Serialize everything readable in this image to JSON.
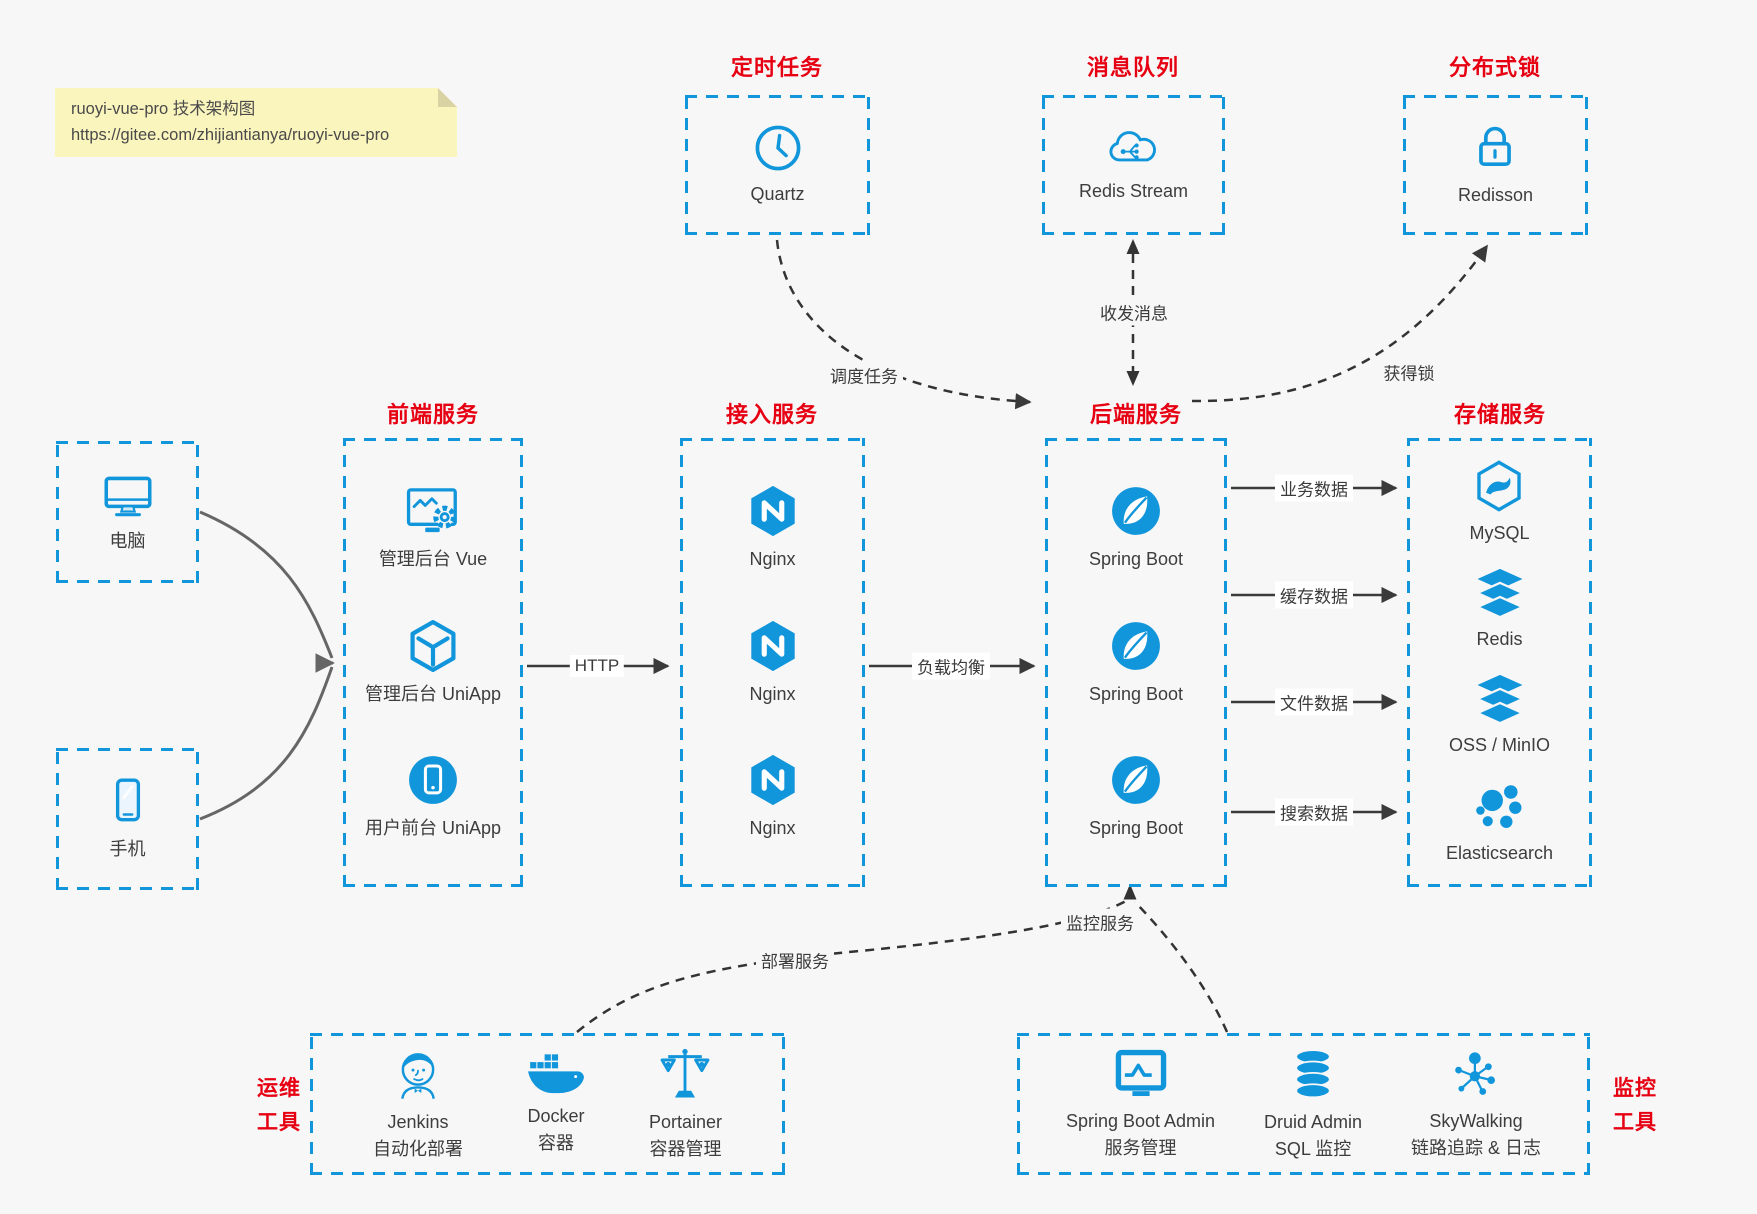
{
  "colors": {
    "canvas_bg": "#f7f7f8",
    "accent_blue": "#1296db",
    "title_red": "#e60012",
    "note_bg": "#faf4bd",
    "line_dark": "#3a3a3a",
    "line_gray": "#666666"
  },
  "note": {
    "line1": "ruoyi-vue-pro 技术架构图",
    "line2": "https://gitee.com/zhijiantianya/ruoyi-vue-pro"
  },
  "top_groups": [
    {
      "title": "定时任务",
      "item": {
        "icon": "clock-icon",
        "label": "Quartz"
      }
    },
    {
      "title": "消息队列",
      "item": {
        "icon": "cloud-mq-icon",
        "label": "Redis Stream"
      }
    },
    {
      "title": "分布式锁",
      "item": {
        "icon": "lock-icon",
        "label": "Redisson"
      }
    }
  ],
  "clients": [
    {
      "icon": "desktop-icon",
      "label": "电脑"
    },
    {
      "icon": "phone-icon",
      "label": "手机"
    }
  ],
  "service_groups": [
    {
      "title": "前端服务",
      "items": [
        {
          "icon": "admin-vue-icon",
          "label": "管理后台 Vue"
        },
        {
          "icon": "uniapp-cube-icon",
          "label": "管理后台 UniApp"
        },
        {
          "icon": "user-app-icon",
          "label": "用户前台 UniApp"
        }
      ]
    },
    {
      "title": "接入服务",
      "items": [
        {
          "icon": "nginx-icon",
          "label": "Nginx"
        },
        {
          "icon": "nginx-icon",
          "label": "Nginx"
        },
        {
          "icon": "nginx-icon",
          "label": "Nginx"
        }
      ]
    },
    {
      "title": "后端服务",
      "items": [
        {
          "icon": "spring-boot-icon",
          "label": "Spring Boot"
        },
        {
          "icon": "spring-boot-icon",
          "label": "Spring Boot"
        },
        {
          "icon": "spring-boot-icon",
          "label": "Spring Boot"
        }
      ]
    },
    {
      "title": "存储服务",
      "items": [
        {
          "icon": "mysql-icon",
          "label": "MySQL"
        },
        {
          "icon": "redis-stack-icon",
          "label": "Redis"
        },
        {
          "icon": "oss-minio-stack-icon",
          "label": "OSS / MinIO"
        },
        {
          "icon": "elasticsearch-icon",
          "label": "Elasticsearch"
        }
      ]
    }
  ],
  "tool_groups": [
    {
      "side_title": [
        "运维",
        "工具"
      ],
      "items": [
        {
          "icon": "jenkins-icon",
          "lines": [
            "Jenkins",
            "自动化部署"
          ]
        },
        {
          "icon": "docker-icon",
          "lines": [
            "Docker",
            "容器"
          ]
        },
        {
          "icon": "portainer-scales-icon",
          "lines": [
            "Portainer",
            "容器管理"
          ]
        }
      ]
    },
    {
      "side_title": [
        "监控",
        "工具"
      ],
      "items": [
        {
          "icon": "spring-boot-admin-icon",
          "lines": [
            "Spring Boot Admin",
            "服务管理"
          ]
        },
        {
          "icon": "druid-icon",
          "lines": [
            "Druid Admin",
            "SQL 监控"
          ]
        },
        {
          "icon": "skywalking-icon",
          "lines": [
            "SkyWalking",
            "链路追踪 & 日志"
          ]
        }
      ]
    }
  ],
  "edge_labels": {
    "http": "HTTP",
    "load_balance": "负载均衡",
    "schedule_job": "调度任务",
    "send_receive_message": "收发消息",
    "acquire_lock": "获得锁",
    "business_data": "业务数据",
    "cache_data": "缓存数据",
    "file_data": "文件数据",
    "search_data": "搜索数据",
    "deploy_service": "部署服务",
    "monitor_service": "监控服务"
  }
}
